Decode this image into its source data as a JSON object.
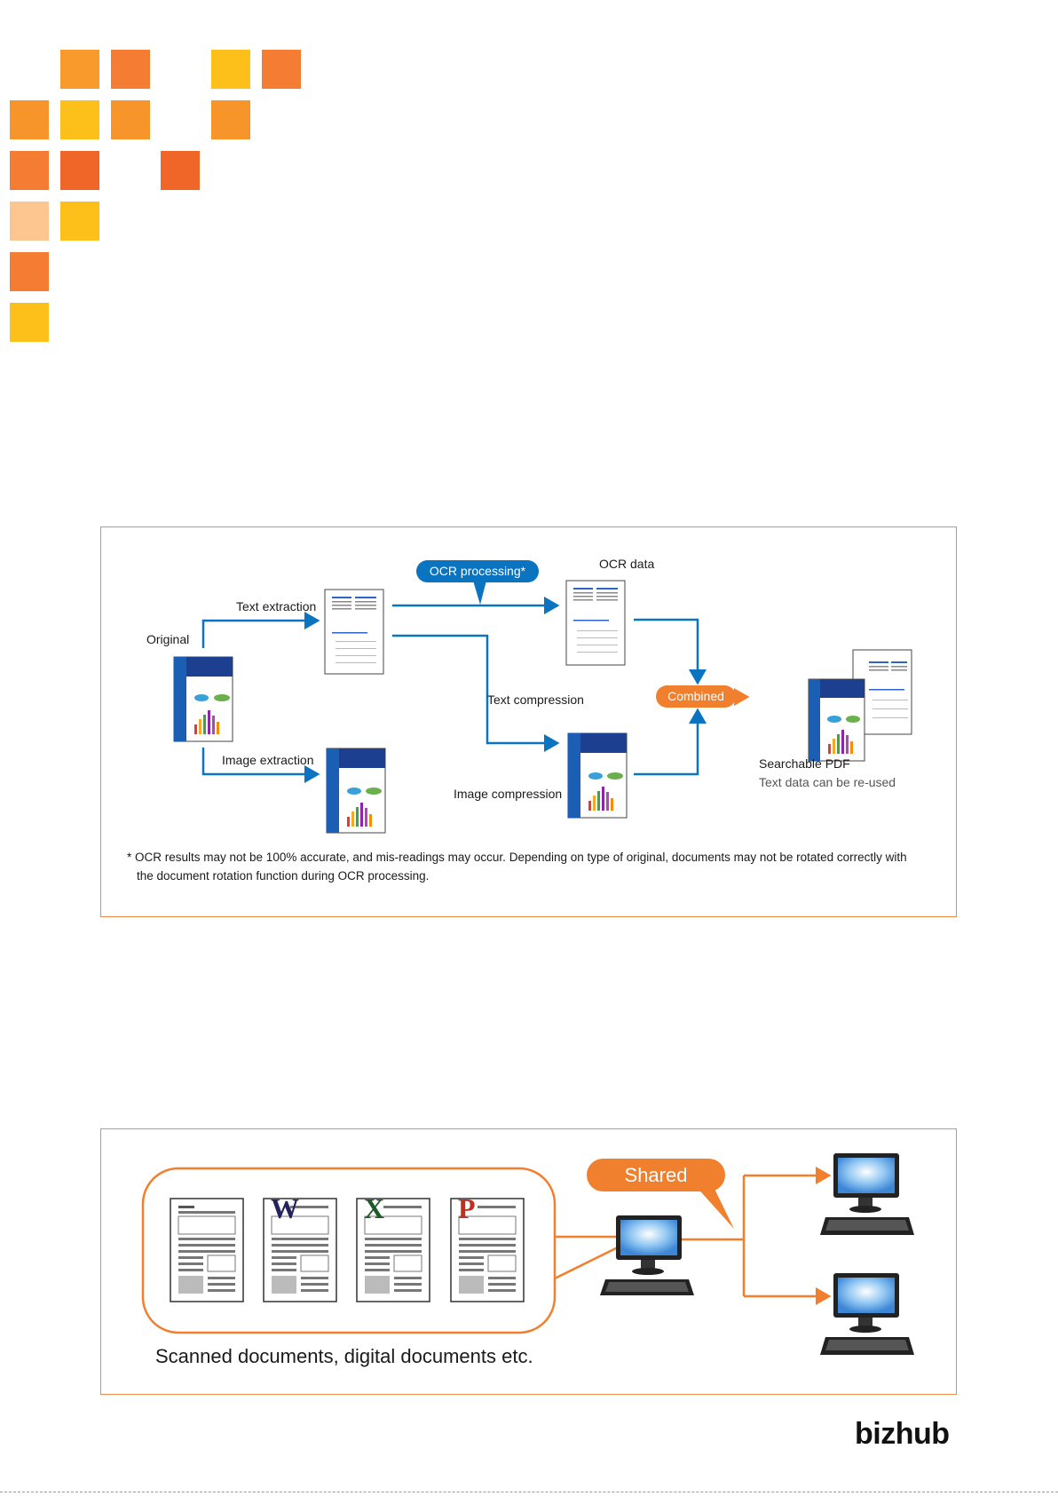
{
  "ocr_diagram": {
    "original_label": "Original",
    "text_extraction_label": "Text extraction",
    "image_extraction_label": "Image extraction",
    "ocr_processing_label": "OCR processing*",
    "ocr_data_label": "OCR data",
    "text_compression_label": "Text compression",
    "image_compression_label": "Image compression",
    "combined_label": "Combined",
    "searchable_pdf_label": "Searchable PDF",
    "reuse_label": "Text data can be re-used",
    "footnote_line1": "* OCR results may not be 100% accurate, and mis-readings may occur. Depending on type of original, documents may not be rotated correctly with",
    "footnote_line2": "the document rotation function during OCR processing."
  },
  "sharing_diagram": {
    "shared_label": "Shared",
    "documents_caption": "Scanned documents, digital documents etc.",
    "doc_letters": [
      "W",
      "X",
      "P"
    ]
  },
  "brand": {
    "logo_text": "bizhub"
  },
  "colors": {
    "accent_orange": "#f07f2e",
    "flow_blue": "#0a74c0",
    "square_yellow": "#fdbf1a",
    "square_light": "#fdc58f"
  }
}
